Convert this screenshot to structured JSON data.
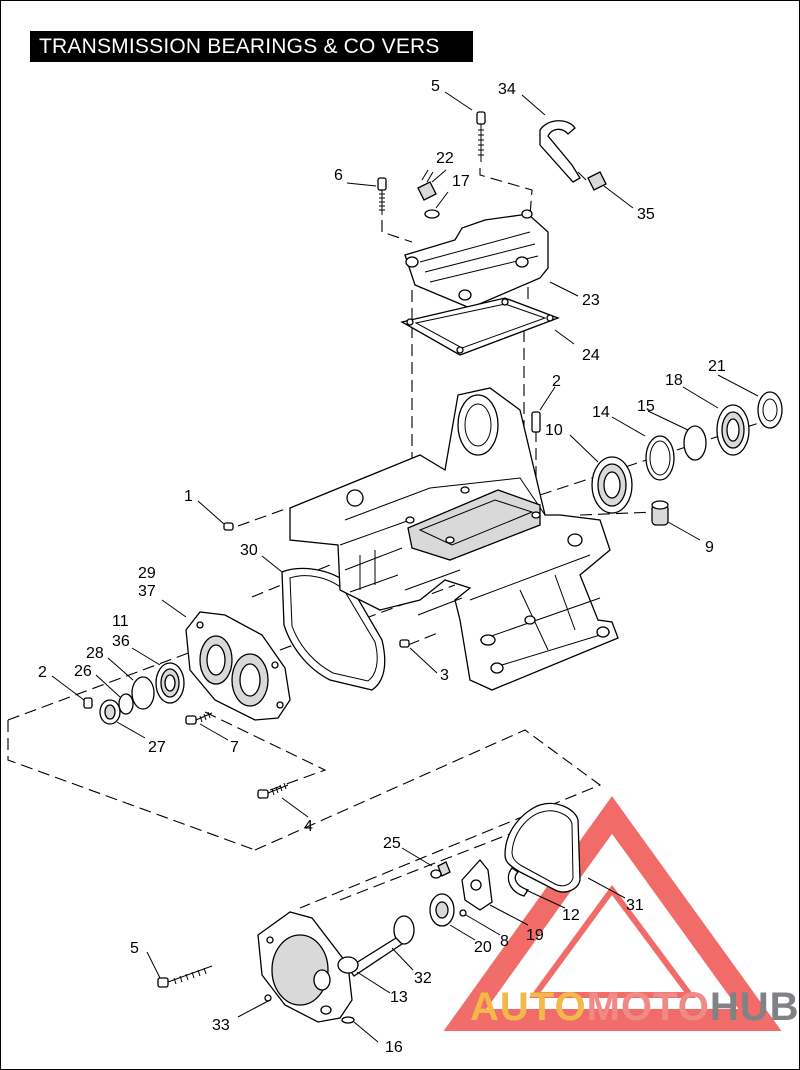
{
  "title": "TRANSMISSION BEARINGS & CO VERS",
  "callouts": [
    "1",
    "2",
    "2",
    "3",
    "4",
    "5",
    "5",
    "6",
    "7",
    "8",
    "9",
    "10",
    "11",
    "12",
    "13",
    "14",
    "15",
    "16",
    "17",
    "18",
    "19",
    "20",
    "21",
    "22",
    "23",
    "24",
    "25",
    "26",
    "27",
    "28",
    "29",
    "30",
    "31",
    "32",
    "33",
    "34",
    "35",
    "36",
    "37"
  ],
  "watermark": {
    "part1": "AUTO",
    "part2": "MOTO",
    "part3": "HUB",
    "colors": {
      "part1": "#f3b84a",
      "part2": "#f08a86",
      "part3": "#808285",
      "logo": "#ef5350"
    }
  }
}
